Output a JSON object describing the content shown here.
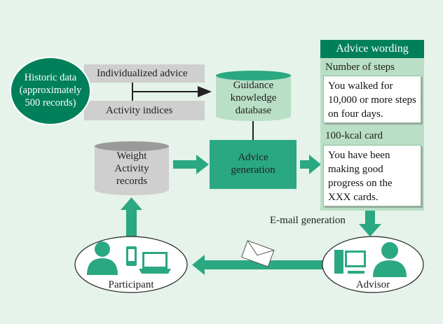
{
  "historic": {
    "line1": "Historic data",
    "line2": "(approximately",
    "line3": "500 records)"
  },
  "bands": {
    "individualized": "Individualized advice",
    "activity": "Activity indices"
  },
  "guidance_db": {
    "line1": "Guidance",
    "line2": "knowledge",
    "line3": "database"
  },
  "records_db": {
    "line1": "Weight",
    "line2": "Activity",
    "line3": "records"
  },
  "advice_gen": {
    "line1": "Advice",
    "line2": "generation"
  },
  "advice_panel": {
    "title": "Advice wording",
    "section1_title": "Number of steps",
    "section1_text": "You walked for 10,000 or more steps on four days.",
    "section2_title": "100-kcal card",
    "section2_text": "You have been making good progress on the XXX cards."
  },
  "email_label": "E-mail generation",
  "participant_label": "Participant",
  "advisor_label": "Advisor",
  "colors": {
    "background": "#e5f3ea",
    "teal": "#2aa882",
    "dark_green": "#00805a",
    "panel_green": "#b9dfc6",
    "gray": "#cfcfcf"
  }
}
